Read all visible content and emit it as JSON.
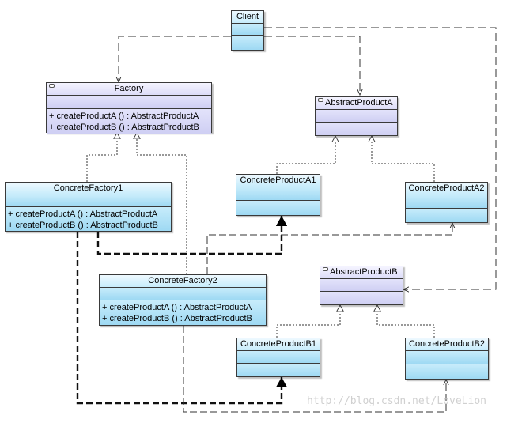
{
  "classes": {
    "client": {
      "name": "Client"
    },
    "factory": {
      "name": "Factory",
      "ops": [
        "+ createProductA () : AbstractProductA",
        "+ createProductB () : AbstractProductB"
      ]
    },
    "concrete_factory1": {
      "name": "ConcreteFactory1",
      "ops": [
        "+ createProductA () : AbstractProductA",
        "+ createProductB () : AbstractProductB"
      ]
    },
    "concrete_factory2": {
      "name": "ConcreteFactory2",
      "ops": [
        "+ createProductA () : AbstractProductA",
        "+ createProductB () : AbstractProductB"
      ]
    },
    "abstract_product_a": {
      "name": "AbstractProductA"
    },
    "abstract_product_b": {
      "name": "AbstractProductB"
    },
    "concrete_product_a1": {
      "name": "ConcreteProductA1"
    },
    "concrete_product_a2": {
      "name": "ConcreteProductA2"
    },
    "concrete_product_b1": {
      "name": "ConcreteProductB1"
    },
    "concrete_product_b2": {
      "name": "ConcreteProductB2"
    }
  },
  "watermark": "http://blog.csdn.net/LoveLion",
  "colors": {
    "concrete_fill": "#bfe8f8",
    "abstract_fill": "#dcdcf8",
    "line": "#333333"
  }
}
